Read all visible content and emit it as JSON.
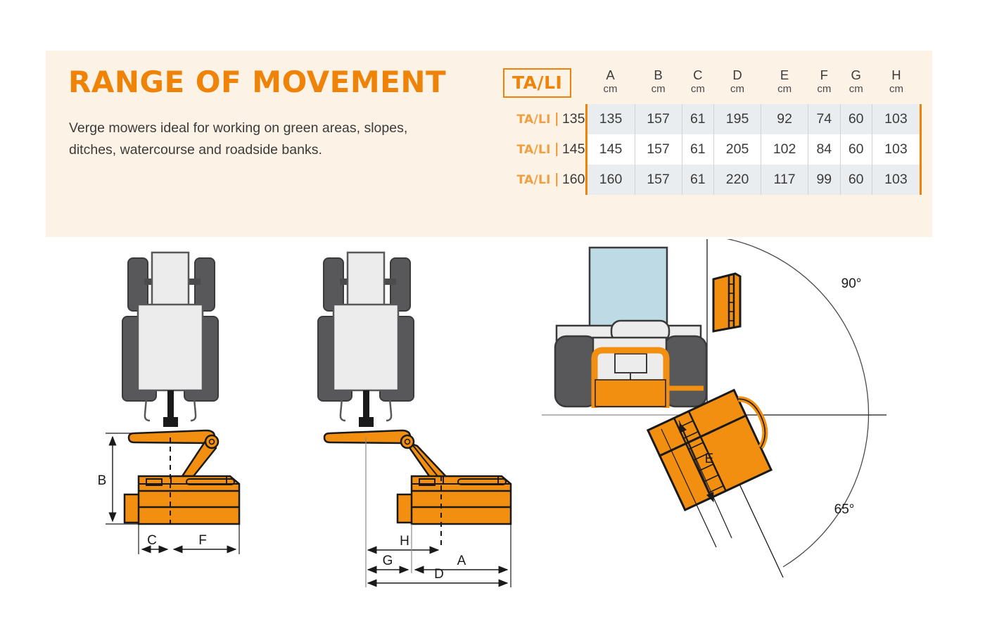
{
  "header": {
    "title": "RANGE OF MOVEMENT",
    "subtitle": "Verge mowers ideal for working on green areas, slopes, ditches, watercourse and roadside banks."
  },
  "colors": {
    "brand_orange": "#ee8308",
    "machine_orange": "#f28f10",
    "panel_bg": "#fdf2e6",
    "row_stripe": "#eaedef",
    "outline": "#1a1a1a",
    "tractor_body": "#ececec",
    "tractor_wheel": "#58585a",
    "cab_glass": "#bedbe5",
    "label_orange": "#f0a041"
  },
  "table": {
    "badge": "TA/LI",
    "columns": [
      {
        "head": "A",
        "unit": "cm"
      },
      {
        "head": "B",
        "unit": "cm"
      },
      {
        "head": "C",
        "unit": "cm"
      },
      {
        "head": "D",
        "unit": "cm"
      },
      {
        "head": "E",
        "unit": "cm"
      },
      {
        "head": "F",
        "unit": "cm"
      },
      {
        "head": "G",
        "unit": "cm"
      },
      {
        "head": "H",
        "unit": "cm"
      }
    ],
    "rows": [
      {
        "model_prefix": "TA/LI",
        "model_size": "135",
        "values": [
          "135",
          "157",
          "61",
          "195",
          "92",
          "74",
          "60",
          "103"
        ]
      },
      {
        "model_prefix": "TA/LI",
        "model_size": "145",
        "values": [
          "145",
          "157",
          "61",
          "205",
          "102",
          "84",
          "60",
          "103"
        ]
      },
      {
        "model_prefix": "TA/LI",
        "model_size": "160",
        "values": [
          "160",
          "157",
          "61",
          "220",
          "117",
          "99",
          "60",
          "103"
        ]
      }
    ]
  },
  "diagrams": {
    "rear_view_folded": {
      "dimension_labels": [
        "B",
        "C",
        "F"
      ]
    },
    "rear_view_extended": {
      "dimension_labels": [
        "H",
        "G",
        "A",
        "D"
      ]
    },
    "front_view_angles": {
      "dimension_labels": [
        "E"
      ],
      "angle_upper": "90°",
      "angle_lower": "65°"
    }
  }
}
